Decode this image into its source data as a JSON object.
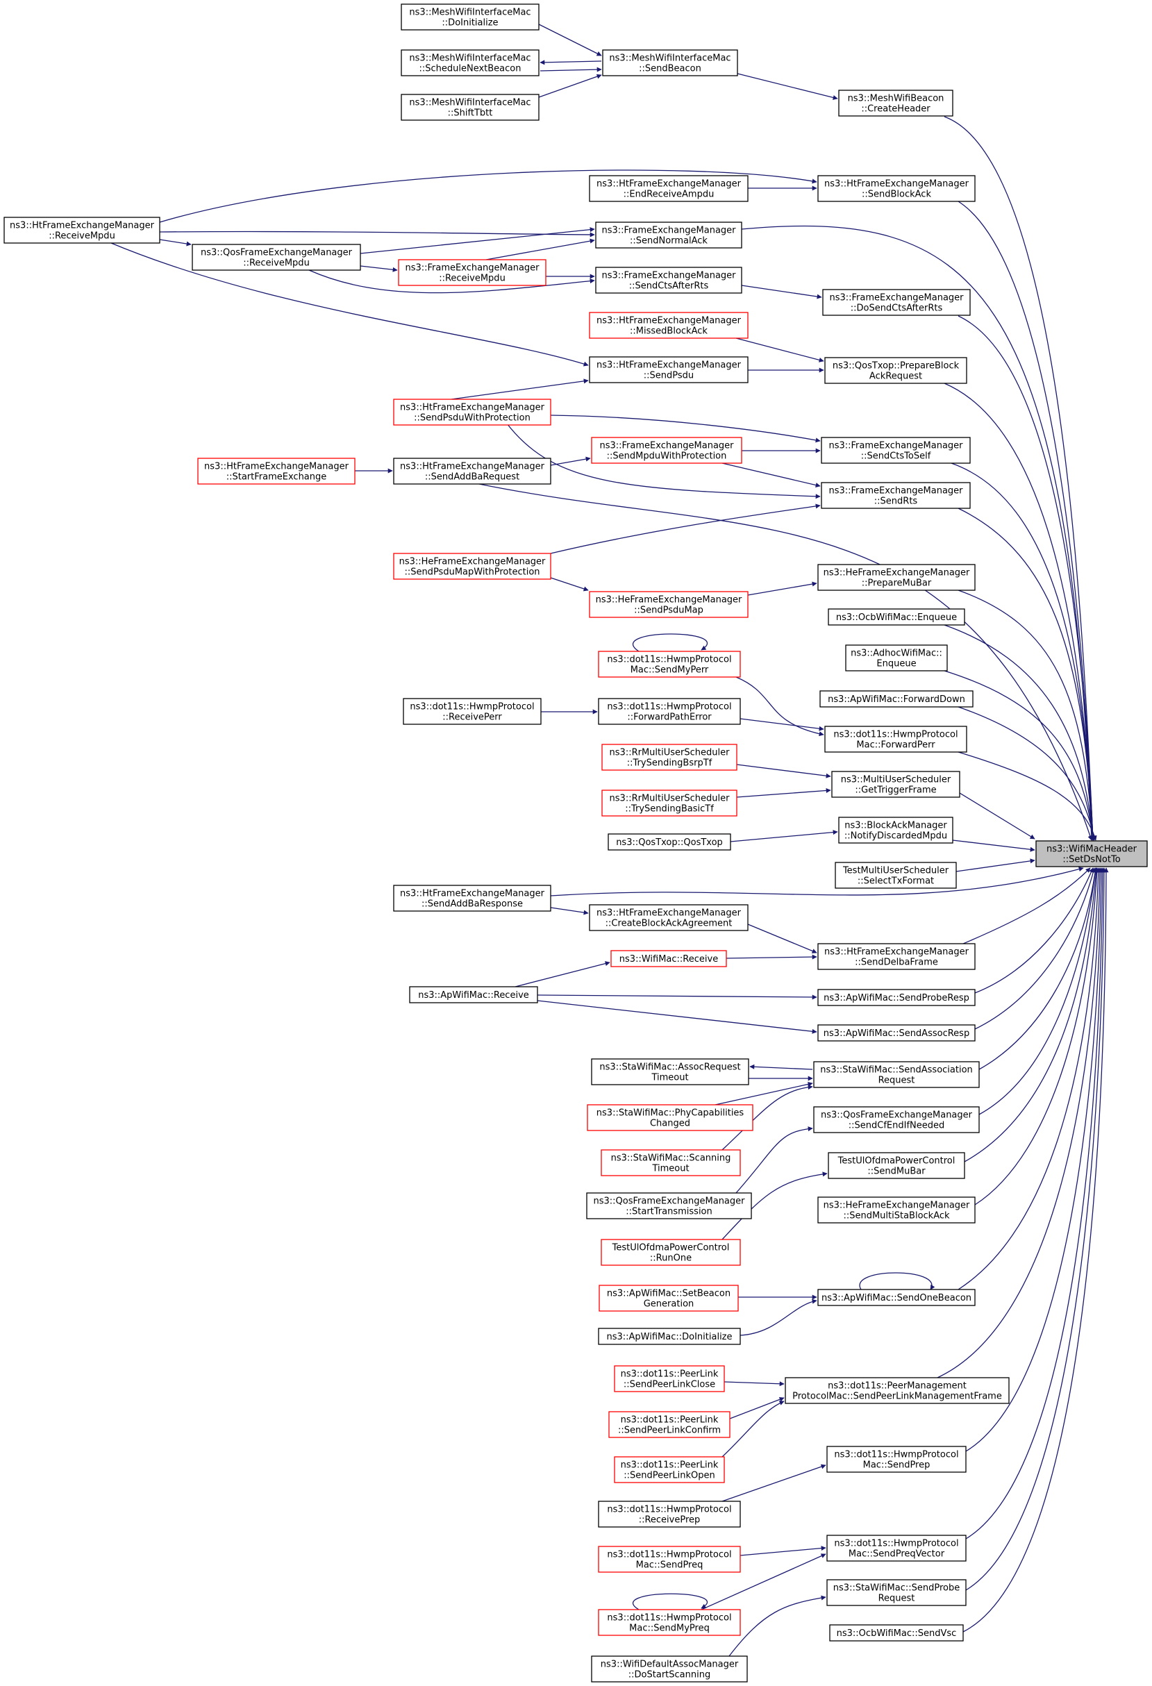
{
  "colors": {
    "edge": "#191970",
    "target_fill": "#bfbfbf",
    "red_border": "#ff0000",
    "black_border": "#000000"
  },
  "nodes": {
    "n1": [
      "ns3::MeshWifiInterfaceMac",
      "::DoInitialize"
    ],
    "n2": [
      "ns3::MeshWifiInterfaceMac",
      "::ScheduleNextBeacon"
    ],
    "n3": [
      "ns3::MeshWifiInterfaceMac",
      "::ShiftTbtt"
    ],
    "n4": [
      "ns3::MeshWifiInterfaceMac",
      "::SendBeacon"
    ],
    "n5": [
      "ns3::MeshWifiBeacon",
      "::CreateHeader"
    ],
    "n6": [
      "ns3::HtFrameExchangeManager",
      "::EndReceiveAmpdu"
    ],
    "n7": [
      "ns3::HtFrameExchangeManager",
      "::SendBlockAck"
    ],
    "n8": [
      "ns3::HtFrameExchangeManager",
      "::ReceiveMpdu"
    ],
    "n9": [
      "ns3::FrameExchangeManager",
      "::SendNormalAck"
    ],
    "n10": [
      "ns3::QosFrameExchangeManager",
      "::ReceiveMpdu"
    ],
    "n11": [
      "ns3::FrameExchangeManager",
      "::ReceiveMpdu"
    ],
    "n12": [
      "ns3::FrameExchangeManager",
      "::SendCtsAfterRts"
    ],
    "n13": [
      "ns3::FrameExchangeManager",
      "::DoSendCtsAfterRts"
    ],
    "n14": [
      "ns3::HtFrameExchangeManager",
      "::MissedBlockAck"
    ],
    "n15": [
      "ns3::HtFrameExchangeManager",
      "::SendPsdu"
    ],
    "n16": [
      "ns3::QosTxop::PrepareBlock",
      "AckRequest"
    ],
    "n17": [
      "ns3::HtFrameExchangeManager",
      "::SendPsduWithProtection"
    ],
    "n18": [
      "ns3::FrameExchangeManager",
      "::SendMpduWithProtection"
    ],
    "n19": [
      "ns3::FrameExchangeManager",
      "::SendCtsToSelf"
    ],
    "n20": [
      "ns3::HtFrameExchangeManager",
      "::StartFrameExchange"
    ],
    "n21": [
      "ns3::HtFrameExchangeManager",
      "::SendAddBaRequest"
    ],
    "n22": [
      "ns3::FrameExchangeManager",
      "::SendRts"
    ],
    "n23": [
      "ns3::HeFrameExchangeManager",
      "::SendPsduMapWithProtection"
    ],
    "n24": [
      "ns3::HeFrameExchangeManager",
      "::PrepareMuBar"
    ],
    "n25": [
      "ns3::HeFrameExchangeManager",
      "::SendPsduMap"
    ],
    "n26": [
      "ns3::OcbWifiMac::Enqueue"
    ],
    "n27": [
      "ns3::AdhocWifiMac::",
      "Enqueue"
    ],
    "n28": [
      "ns3::dot11s::HwmpProtocol",
      "Mac::SendMyPerr"
    ],
    "n29": [
      "ns3::ApWifiMac::ForwardDown"
    ],
    "n30": [
      "ns3::dot11s::HwmpProtocol",
      "::ReceivePerr"
    ],
    "n31": [
      "ns3::dot11s::HwmpProtocol",
      "::ForwardPathError"
    ],
    "n32": [
      "ns3::dot11s::HwmpProtocol",
      "Mac::ForwardPerr"
    ],
    "n33": [
      "ns3::RrMultiUserScheduler",
      "::TrySendingBsrpTf"
    ],
    "n34": [
      "ns3::MultiUserScheduler",
      "::GetTriggerFrame"
    ],
    "n35": [
      "ns3::RrMultiUserScheduler",
      "::TrySendingBasicTf"
    ],
    "n36": [
      "ns3::BlockAckManager",
      "::NotifyDiscardedMpdu"
    ],
    "n37": [
      "ns3::QosTxop::QosTxop"
    ],
    "n38": [
      "ns3::WifiMacHeader",
      "::SetDsNotTo"
    ],
    "n39": [
      "TestMultiUserScheduler",
      "::SelectTxFormat"
    ],
    "n40": [
      "ns3::HtFrameExchangeManager",
      "::SendAddBaResponse"
    ],
    "n41": [
      "ns3::HtFrameExchangeManager",
      "::CreateBlockAckAgreement"
    ],
    "n42": [
      "ns3::HtFrameExchangeManager",
      "::SendDelbaFrame"
    ],
    "n43": [
      "ns3::WifiMac::Receive"
    ],
    "n44": [
      "ns3::ApWifiMac::Receive"
    ],
    "n45": [
      "ns3::ApWifiMac::SendProbeResp"
    ],
    "n46": [
      "ns3::ApWifiMac::SendAssocResp"
    ],
    "n47": [
      "ns3::StaWifiMac::AssocRequest",
      "Timeout"
    ],
    "n48": [
      "ns3::StaWifiMac::SendAssociation",
      "Request"
    ],
    "n49": [
      "ns3::StaWifiMac::PhyCapabilities",
      "Changed"
    ],
    "n50": [
      "ns3::QosFrameExchangeManager",
      "::SendCfEndIfNeeded"
    ],
    "n51": [
      "ns3::StaWifiMac::Scanning",
      "Timeout"
    ],
    "n52": [
      "TestUlOfdmaPowerControl",
      "::SendMuBar"
    ],
    "n53": [
      "ns3::QosFrameExchangeManager",
      "::StartTransmission"
    ],
    "n54": [
      "ns3::HeFrameExchangeManager",
      "::SendMultiStaBlockAck"
    ],
    "n55": [
      "TestUlOfdmaPowerControl",
      "::RunOne"
    ],
    "n56": [
      "ns3::ApWifiMac::SetBeacon",
      "Generation"
    ],
    "n57": [
      "ns3::ApWifiMac::SendOneBeacon"
    ],
    "n58": [
      "ns3::ApWifiMac::DoInitialize"
    ],
    "n59": [
      "ns3::dot11s::PeerLink",
      "::SendPeerLinkClose"
    ],
    "n60": [
      "ns3::dot11s::PeerManagement",
      "ProtocolMac::SendPeerLinkManagementFrame"
    ],
    "n61": [
      "ns3::dot11s::PeerLink",
      "::SendPeerLinkConfirm"
    ],
    "n62": [
      "ns3::dot11s::PeerLink",
      "::SendPeerLinkOpen"
    ],
    "n63": [
      "ns3::dot11s::HwmpProtocol",
      "Mac::SendPrep"
    ],
    "n64": [
      "ns3::dot11s::HwmpProtocol",
      "::ReceivePrep"
    ],
    "n65": [
      "ns3::dot11s::HwmpProtocol",
      "Mac::SendPreq"
    ],
    "n66": [
      "ns3::dot11s::HwmpProtocol",
      "Mac::SendPreqVector"
    ],
    "n67": [
      "ns3::StaWifiMac::SendProbe",
      "Request"
    ],
    "n68": [
      "ns3::dot11s::HwmpProtocol",
      "Mac::SendMyPreq"
    ],
    "n69": [
      "ns3::OcbWifiMac::SendVsc"
    ],
    "n70": [
      "ns3::WifiDefaultAssocManager",
      "::DoStartScanning"
    ]
  }
}
